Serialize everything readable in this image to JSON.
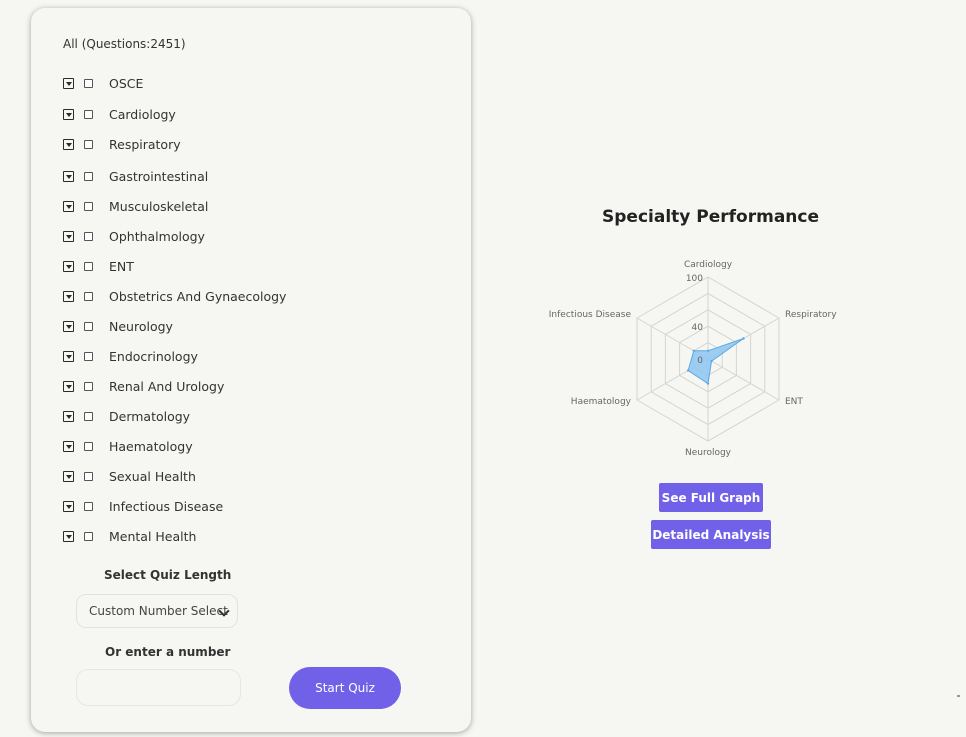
{
  "filter": {
    "all_label": "All (Questions:2451)",
    "categories": [
      {
        "label": "OSCE"
      },
      {
        "label": "Cardiology"
      },
      {
        "label": "Respiratory"
      },
      {
        "label": "Gastrointestinal"
      },
      {
        "label": "Musculoskeletal"
      },
      {
        "label": "Ophthalmology"
      },
      {
        "label": "ENT"
      },
      {
        "label": "Obstetrics And Gynaecology"
      },
      {
        "label": "Neurology"
      },
      {
        "label": "Endocrinology"
      },
      {
        "label": "Renal And Urology"
      },
      {
        "label": "Dermatology"
      },
      {
        "label": "Haematology"
      },
      {
        "label": "Sexual Health"
      },
      {
        "label": "Infectious Disease"
      },
      {
        "label": "Mental Health"
      }
    ]
  },
  "quiz": {
    "length_title": "Select Quiz Length",
    "select_value": "Custom Number Select",
    "enter_number_title": "Or enter a number",
    "number_value": "",
    "start_label": "Start Quiz"
  },
  "performance": {
    "title": "Specialty Performance",
    "see_full_graph_label": "See Full Graph",
    "detailed_analysis_label": "Detailed Analysis"
  },
  "chart_data": {
    "type": "radar",
    "axes": [
      "Cardiology",
      "Respiratory",
      "ENT",
      "Neurology",
      "Haematology",
      "Infectious Disease"
    ],
    "tick_labels": [
      "100",
      "40",
      "0"
    ],
    "range": [
      0,
      100
    ],
    "series": [
      {
        "values": [
          10,
          50,
          5,
          30,
          28,
          20
        ]
      }
    ],
    "grid": true,
    "fill_color": "#8ec6f2",
    "stroke_color": "#5aa9e6"
  },
  "colors": {
    "accent": "#7160e8",
    "background": "#f6f6f2"
  }
}
